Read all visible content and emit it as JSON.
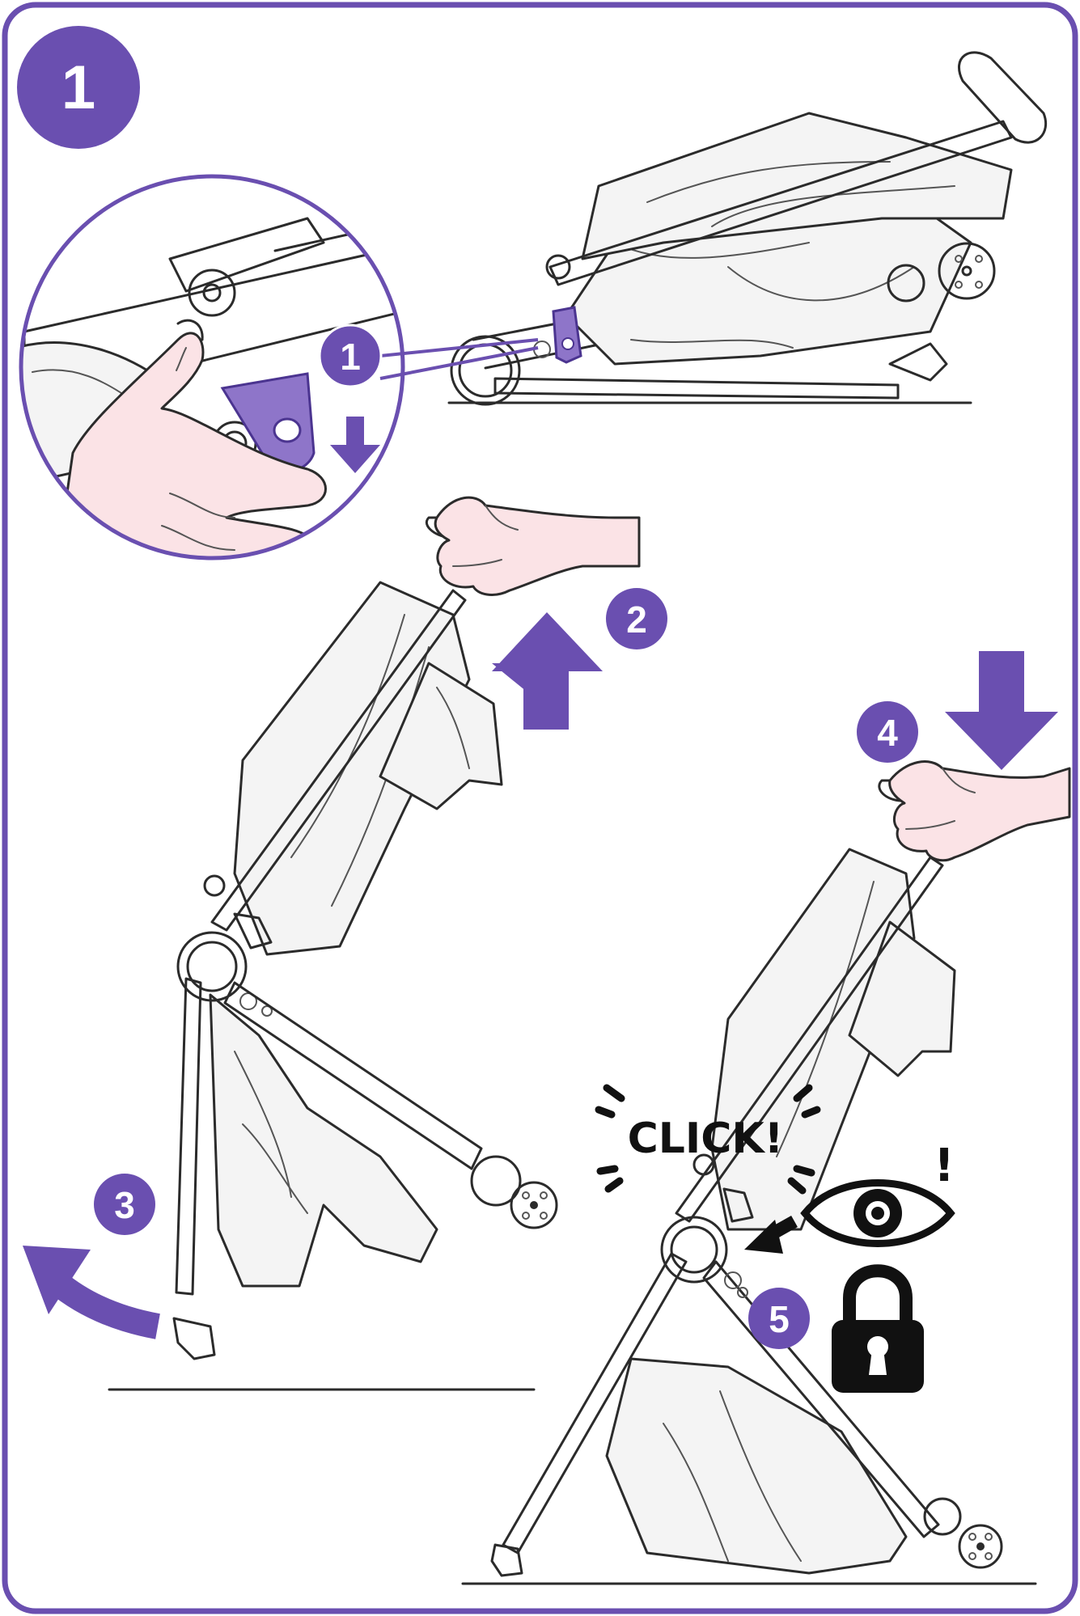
{
  "step_number": "1",
  "callouts": {
    "c1": "1",
    "c2": "2",
    "c3": "3",
    "c4": "4",
    "c5": "5"
  },
  "click_label": "CLICK!",
  "exclamation": "!",
  "icons": {
    "arrow_up": "arrow-up-icon",
    "arrow_down": "arrow-down-icon",
    "arrow_curved": "curved-arrow-left-icon",
    "arrow_small_down": "arrow-down-small-icon",
    "arrow_pointer": "arrow-pointer-icon",
    "eye": "eye-icon",
    "lock": "padlock-icon"
  },
  "colors": {
    "accent": "#6a4fb0",
    "frame": "#6a4fb0",
    "line": "#2b2b2b",
    "skin": "#fbe3e6",
    "black": "#111111"
  }
}
